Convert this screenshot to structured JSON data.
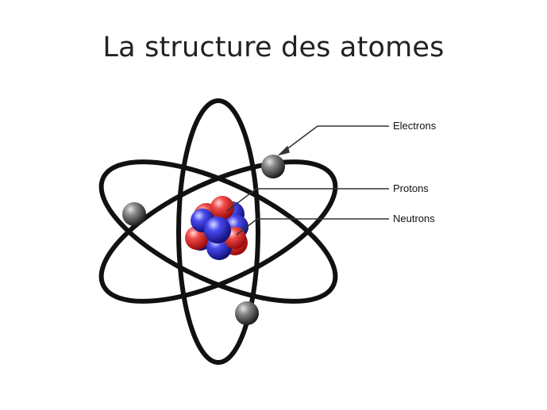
{
  "slide": {
    "title": "La structure des atomes"
  },
  "labels": {
    "electrons": "Electrons",
    "protons": "Protons",
    "neutrons": "Neutrons"
  },
  "colors": {
    "orbit": "#111111",
    "electron": "#4a4a4a",
    "proton": "#e8202a",
    "neutron": "#2b2bd9",
    "leader": "#333333"
  }
}
